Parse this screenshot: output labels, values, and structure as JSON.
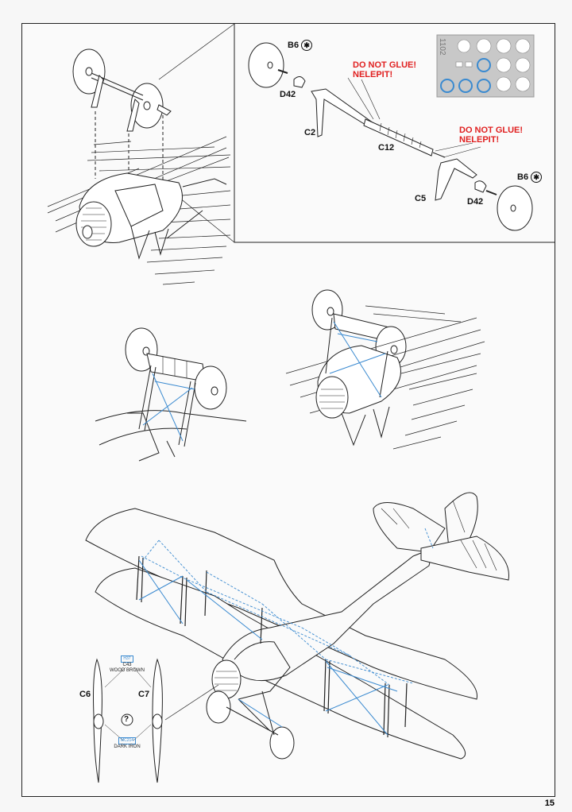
{
  "page_number": "15",
  "detail_top": {
    "warnings": [
      {
        "line1": "DO NOT GLUE!",
        "line2": "NELEPIT!"
      },
      {
        "line1": "DO NOT GLUE!",
        "line2": "NELEPIT!"
      }
    ],
    "parts": {
      "b6_left": "B6",
      "b6_right": "B6",
      "d42_left": "D42",
      "d42_right": "D42",
      "c2": "C2",
      "c12": "C12",
      "c5": "C5"
    },
    "decal_sheet_code": "1102"
  },
  "propellers": {
    "c6": "C6",
    "c7": "C7",
    "question": "?",
    "color_top": {
      "code1": "H37",
      "code2": "C43",
      "name": "WOOD BROWN"
    },
    "color_bottom": {
      "code1": "MC214",
      "name": "DARK IRON"
    }
  },
  "colors": {
    "line": "#222222",
    "rigging": "#3a8ad0",
    "warning": "#e02020"
  }
}
